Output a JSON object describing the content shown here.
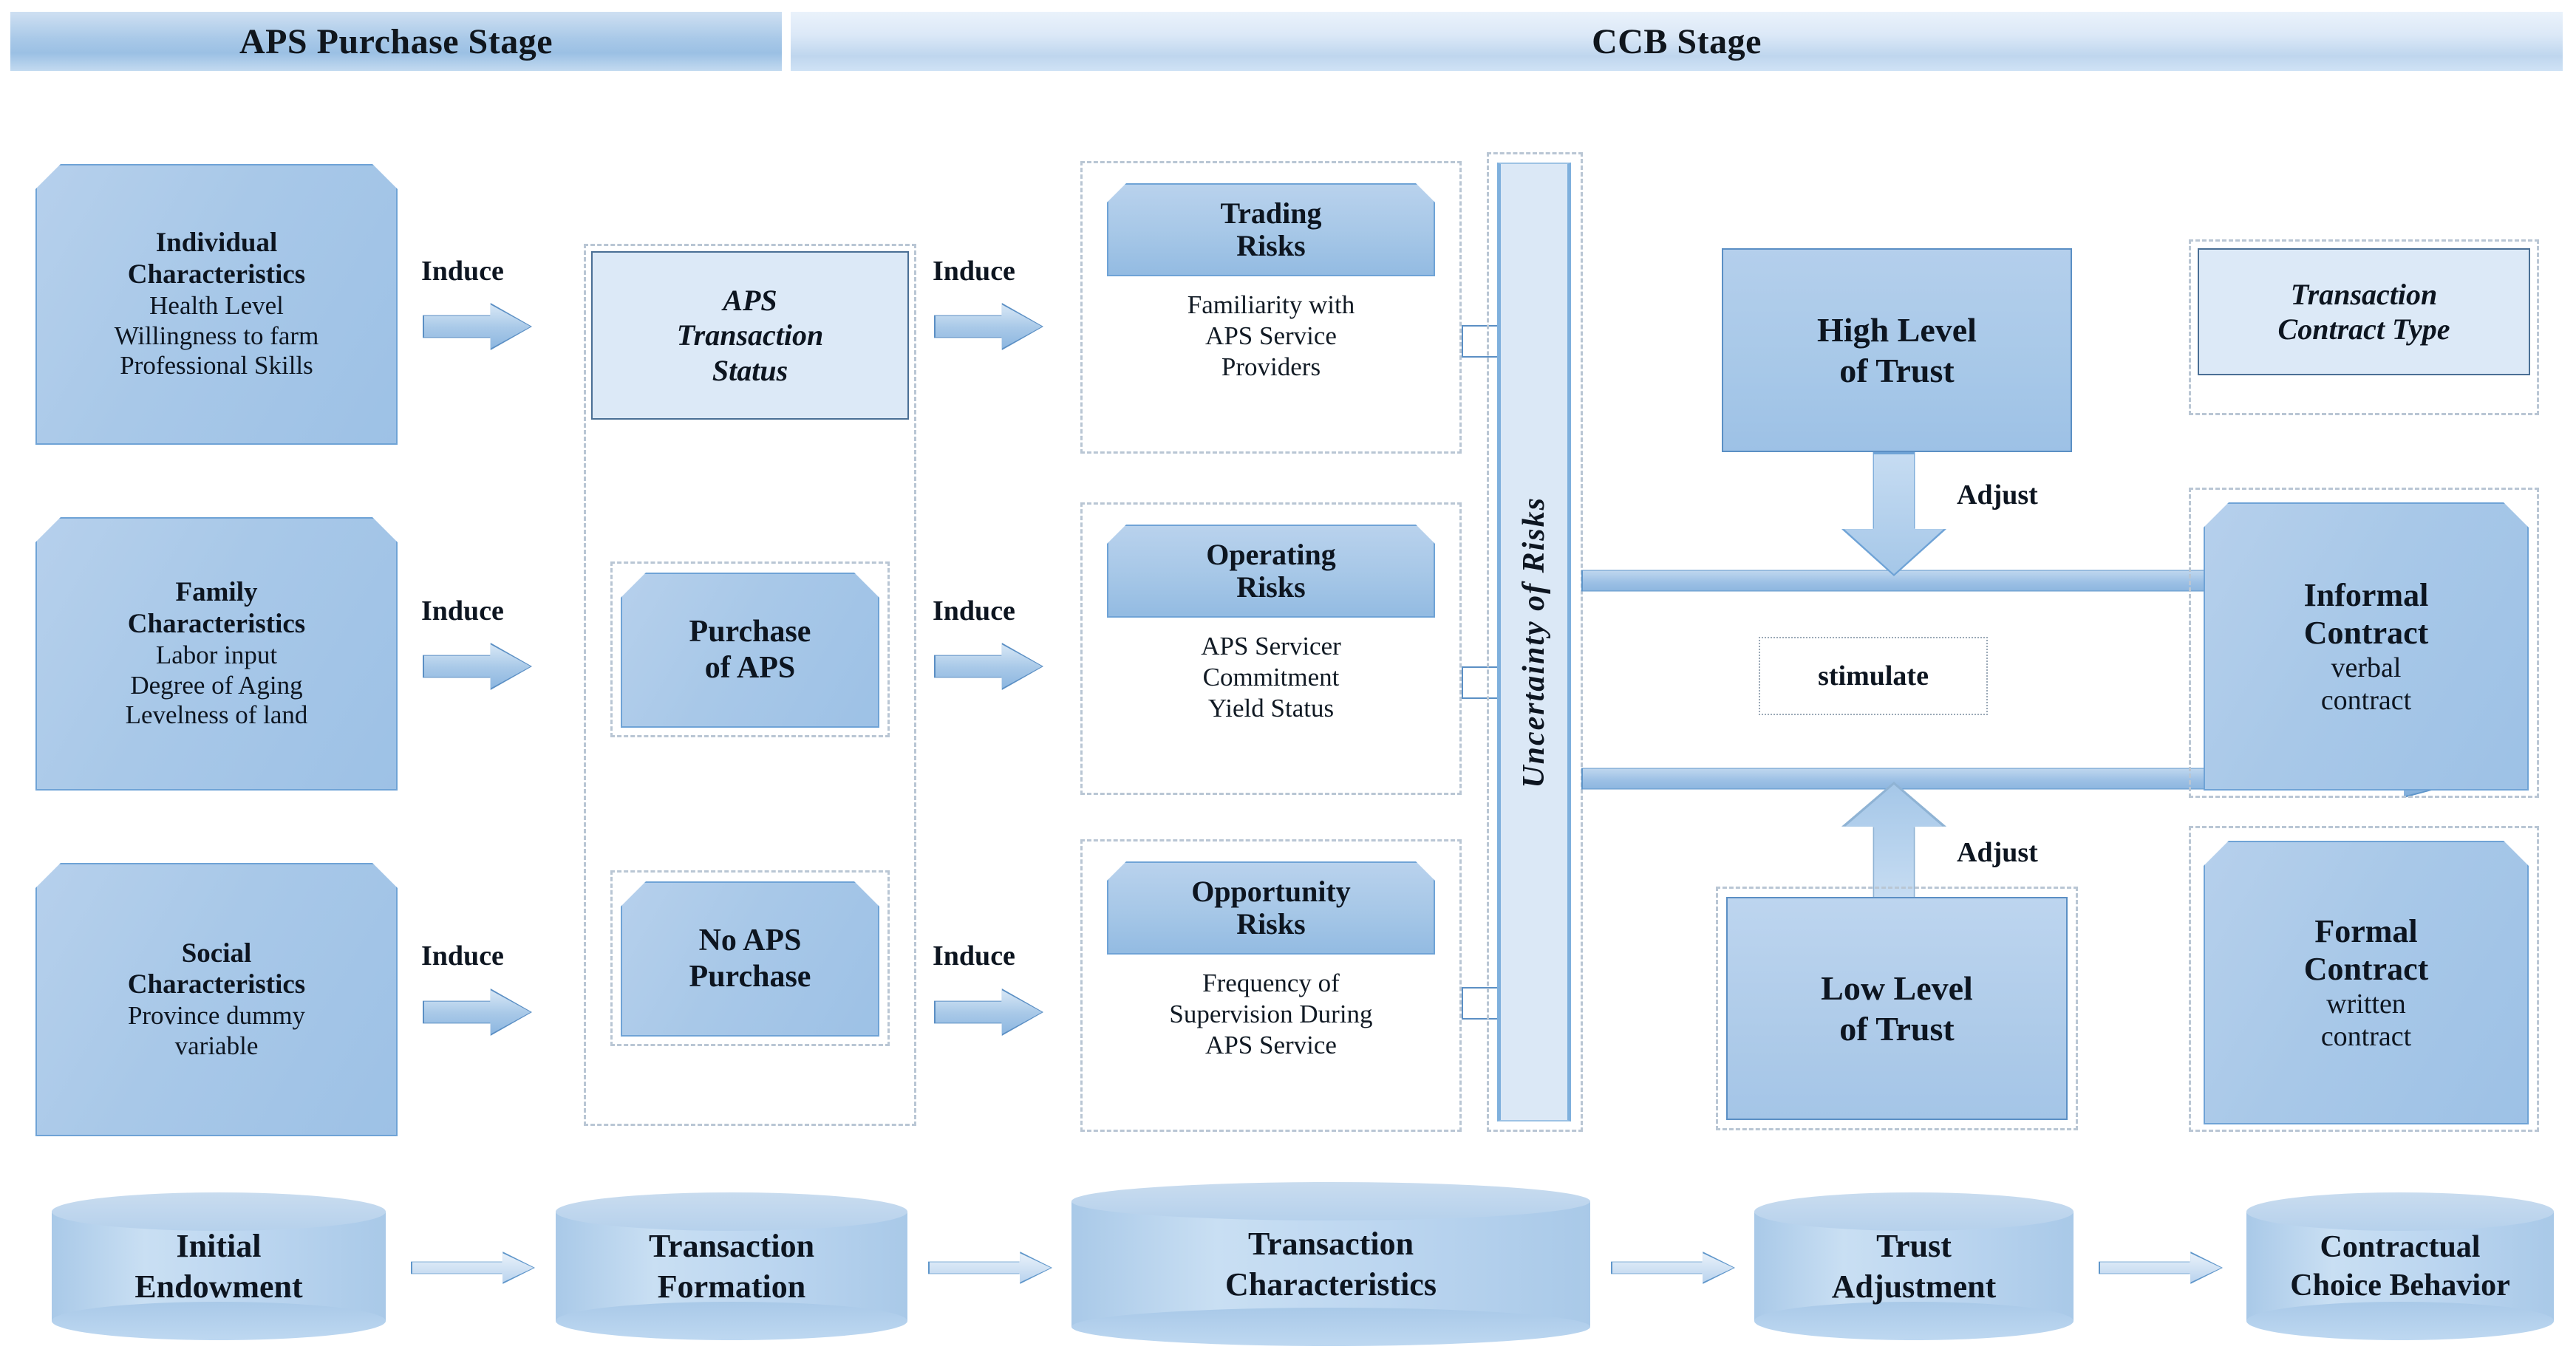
{
  "banners": {
    "aps_stage": "APS Purchase Stage",
    "ccb_stage": "CCB Stage"
  },
  "characteristics": [
    {
      "title_line1": "Individual",
      "title_line2": "Characteristics",
      "items": [
        "Health Level",
        "Willingness to farm",
        "Professional Skills"
      ]
    },
    {
      "title_line1": "Family",
      "title_line2": "Characteristics",
      "items": [
        "Labor input",
        "Degree of Aging",
        "Levelness of land"
      ]
    },
    {
      "title_line1": "Social",
      "title_line2": "Characteristics",
      "items": [
        "Province dummy",
        "variable"
      ]
    }
  ],
  "induce_labels": {
    "a": "Induce",
    "b": "Induce",
    "c": "Induce",
    "d": "Induce",
    "e": "Induce",
    "f": "Induce"
  },
  "transaction_status": {
    "line1": "APS",
    "line2": "Transaction",
    "line3": "Status"
  },
  "purchase_nodes": [
    {
      "line1": "Purchase",
      "line2": "of APS"
    },
    {
      "line1": "No APS",
      "line2": "Purchase"
    }
  ],
  "risks": [
    {
      "head_line1": "Trading",
      "head_line2": "Risks",
      "items": [
        "Familiarity with",
        "APS Service",
        "Providers"
      ]
    },
    {
      "head_line1": "Operating",
      "head_line2": "Risks",
      "items": [
        "APS Servicer",
        "Commitment",
        "Yield Status"
      ]
    },
    {
      "head_line1": "Opportunity",
      "head_line2": "Risks",
      "items": [
        "Frequency of",
        "Supervision During",
        "APS Service"
      ]
    }
  ],
  "uncertainty": {
    "label": "Uncertainty  of  Risks"
  },
  "trust": {
    "high_line1": "High Level",
    "high_line2": "of Trust",
    "low_line1": "Low Level",
    "low_line2": "of Trust",
    "adjust_top": "Adjust",
    "adjust_bottom": "Adjust",
    "stimulate": "stimulate"
  },
  "contract": {
    "type_line1": "Transaction",
    "type_line2": "Contract Type",
    "informal_line1": "Informal",
    "informal_line2": "Contract",
    "informal_sub1": "verbal",
    "informal_sub2": "contract",
    "formal_line1": "Formal",
    "formal_line2": "Contract",
    "formal_sub1": "written",
    "formal_sub2": "contract"
  },
  "pipeline": [
    {
      "line1": "Initial",
      "line2": "Endowment"
    },
    {
      "line1": "Transaction",
      "line2": "Formation"
    },
    {
      "line1": "Transaction",
      "line2": "Characteristics"
    },
    {
      "line1": "Trust",
      "line2": "Adjustment"
    },
    {
      "line1": "Contractual",
      "line2": "Choice Behavior"
    }
  ],
  "colors": {
    "node_fill": "#a8c8e8",
    "node_border": "#6fa3d6",
    "light_fill": "#dce9f7",
    "light_border": "#4a6f95",
    "dashed_border": "#b0bccb",
    "arrow": "#5f96ca",
    "banner_left": "#a9c9e8",
    "banner_right": "#dbe8f7"
  }
}
